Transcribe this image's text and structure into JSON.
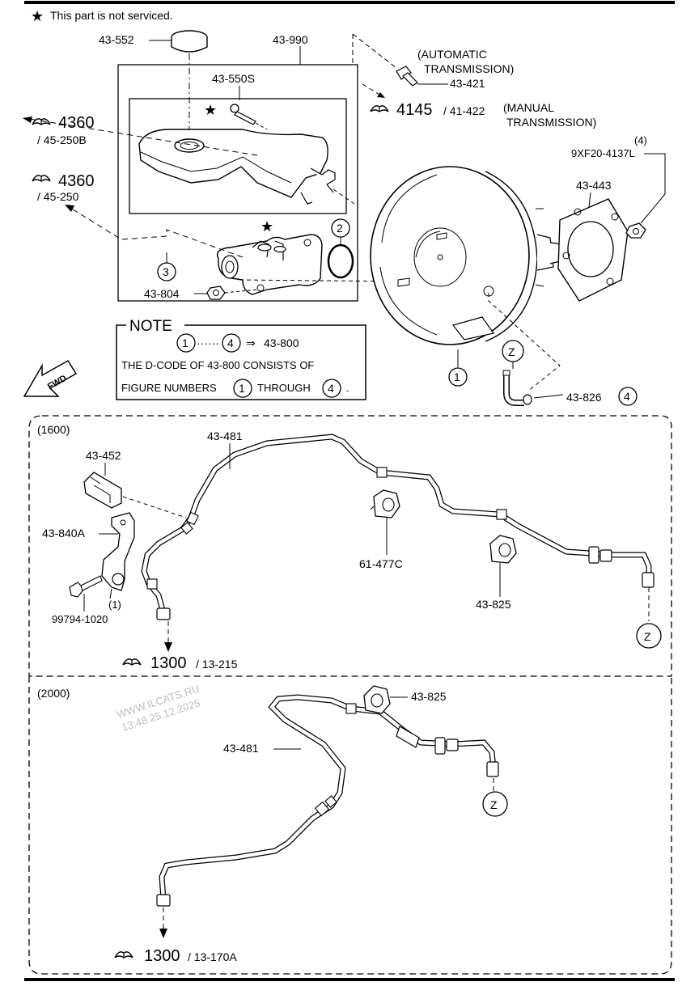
{
  "header": {
    "star_glyph": "★",
    "note": "This part is not serviced."
  },
  "callouts": {
    "c43_552": "43-552",
    "c43_990": "43-990",
    "c43_550s": "43-550S",
    "c43_804": "43-804",
    "c43_421": "43-421",
    "auto_tx_line1": "(AUTOMATIC",
    "auto_tx_line2": "TRANSMISSION)",
    "ref_4145_big": "4145",
    "ref_4145_small": "/ 41-422",
    "manual_tx_line1": "(MANUAL",
    "manual_tx_line2": "TRANSMISSION)",
    "ref_4360a_big": "4360",
    "ref_4360a_small": "/ 45-250B",
    "ref_4360b_big": "4360",
    "ref_4360b_small": "/ 45-250",
    "c43_443": "43-443",
    "qty_4": "(4)",
    "c9xf20": "9XF20-4137L",
    "c43_826": "43-826",
    "num_1": "1",
    "num_2": "2",
    "num_3": "3",
    "num_4": "4",
    "z": "Z"
  },
  "note_box": {
    "title": "NOTE",
    "range_dots": "······",
    "arrow": "⇒",
    "target": "43-800",
    "line2": "THE D-CODE OF  43-800  CONSISTS OF",
    "line3a": "FIGURE NUMBERS",
    "line3b": "THROUGH",
    "line3c": "."
  },
  "fwd": "FWD",
  "section_1600": {
    "title": "(1600)",
    "c43_481": "43-481",
    "c43_452": "43-452",
    "c43_840a": "43-840A",
    "c61_477c": "61-477C",
    "c43_825": "43-825",
    "bolt_qty": "(1)",
    "bolt": "99794-1020",
    "ref_big": "1300",
    "ref_small": "/ 13-215"
  },
  "section_2000": {
    "title": "(2000)",
    "c43_825": "43-825",
    "c43_481": "43-481",
    "ref_big": "1300",
    "ref_small": "/ 13-170A"
  },
  "watermark": {
    "line1": "WWW.ILCATS.RU",
    "line2": "13:48 25.12.2025"
  }
}
